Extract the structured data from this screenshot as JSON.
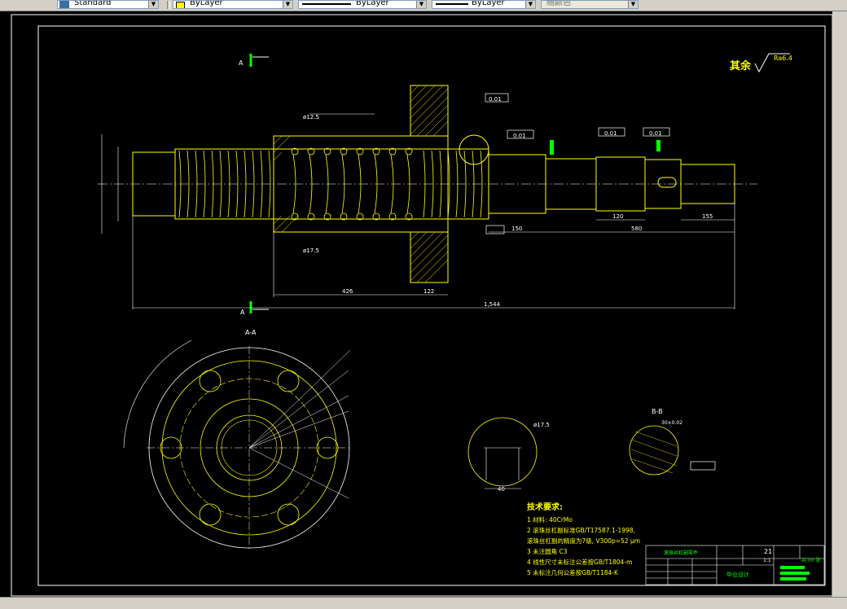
{
  "toolbar": {
    "text_style": {
      "value": "Standard"
    },
    "layer": {
      "value": "ByLayer",
      "color": "#ffff00"
    },
    "linetype": {
      "value": "ByLayer"
    },
    "lineweight": {
      "value": "ByLayer"
    },
    "plot_style": {
      "value": "随颜色"
    }
  },
  "drawing": {
    "roughness_note": "其余",
    "roughness_value": "Ra6.4",
    "section_a_label": "A",
    "section_aa_label": "A-A",
    "section_bb_label": "B-B",
    "dim_total_length": "1,544",
    "dim_426": "426",
    "dim_122": "122",
    "dim_120": "120",
    "dim_150": "150",
    "dim_580": "580",
    "dim_155": "155",
    "dim_tolerance_01": "0.01",
    "dim_r25": "ø12.5",
    "dim_phi17_5": "ø17.5",
    "dim_40": "40",
    "dim_30": "30±0.02",
    "tech_title": "技术要求:",
    "tech_items": [
      "1  材料: 40CrMo",
      "2  滚珠丝杠副标准GB/T17587.1-1998,",
      "滚珠丝杠副的精度为7级, V300p=52 μm",
      "3  未注圆角 C3",
      "4  线性尺寸未标注公差按GB/T1804-m",
      "5  未标注几何公差按GB/T1184-K"
    ],
    "title_block": {
      "part_name": "滚珠丝杠副零件",
      "quantity": "21",
      "scale": "1:1",
      "sheet": "共 00 张",
      "project": "毕业设计"
    }
  }
}
